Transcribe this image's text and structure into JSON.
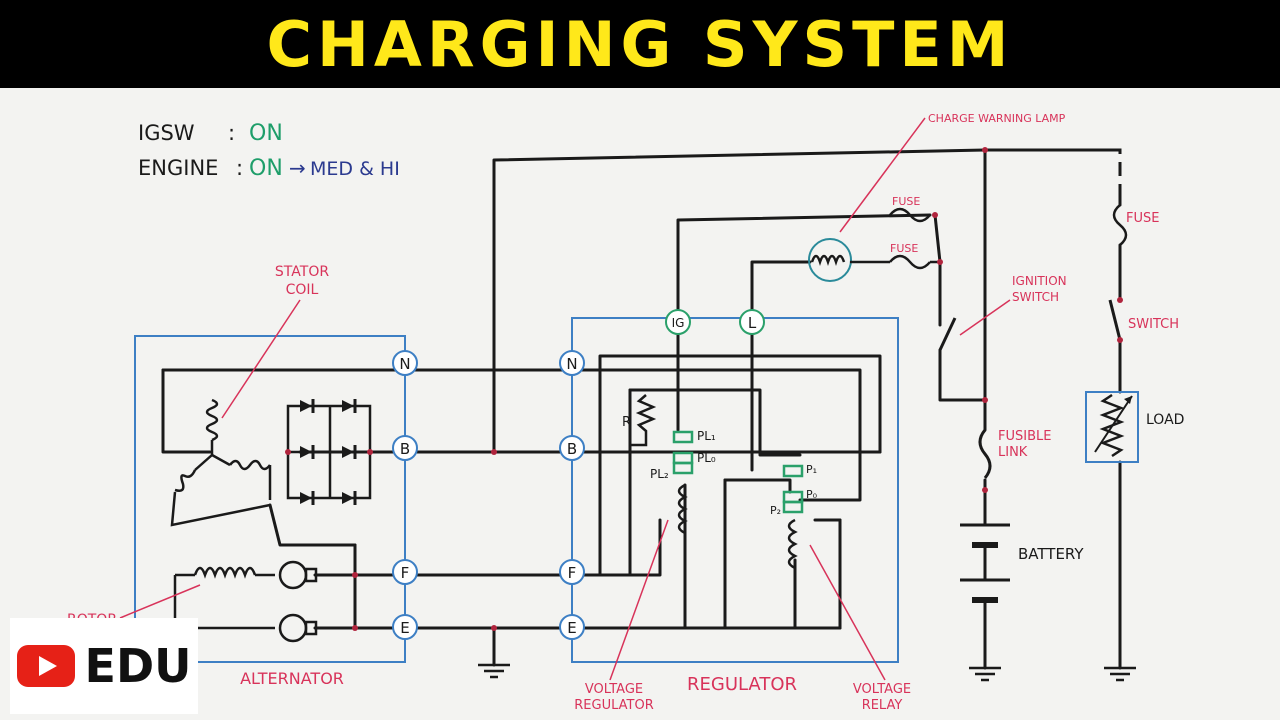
{
  "title": "CHARGING SYSTEM",
  "status": {
    "igsw_label": "IGSW",
    "igsw_colon": ":",
    "igsw_value": "ON",
    "engine_label": "ENGINE",
    "engine_colon": ":",
    "engine_value": "ON",
    "engine_arrow": "→",
    "engine_speed": "MED & HI"
  },
  "terminals": {
    "n": "N",
    "b": "B",
    "f": "F",
    "e": "E",
    "ig": "IG",
    "l": "L"
  },
  "labels": {
    "stator_coil_1": "STATOR",
    "stator_coil_2": "COIL",
    "rotor": "ROTOR",
    "alternator": "ALTERNATOR",
    "regulator": "REGULATOR",
    "r": "R",
    "pl1": "PL₁",
    "pl0": "PL₀",
    "pl2": "PL₂",
    "p1": "P₁",
    "p0": "P₀",
    "p2": "P₂",
    "voltage_regulator_1": "VOLTAGE",
    "voltage_regulator_2": "REGULATOR",
    "voltage_relay_1": "VOLTAGE",
    "voltage_relay_2": "RELAY",
    "charge_warning_lamp": "CHARGE WARNING LAMP",
    "fuse_top": "FUSE",
    "fuse_lamp": "FUSE",
    "fuse_load": "FUSE",
    "ignition_switch_1": "IGNITION",
    "ignition_switch_2": "SWITCH",
    "fusible_link_1": "FUSIBLE",
    "fusible_link_2": "LINK",
    "battery": "BATTERY",
    "switch": "SWITCH",
    "load": "LOAD"
  },
  "badge": {
    "icon": "youtube-play-icon",
    "text": "EDU"
  },
  "colors": {
    "banner_bg": "#000000",
    "banner_text": "#ffe81a",
    "wire": "#1a1a1a",
    "box_outline": "#3d7fc4",
    "label_red": "#d8335a",
    "status_green": "#1e9e6a",
    "status_blue": "#2b3a8f",
    "terminal_green": "#2aa06a",
    "contact_green": "#2aa06a",
    "youtube_red": "#e62117"
  }
}
